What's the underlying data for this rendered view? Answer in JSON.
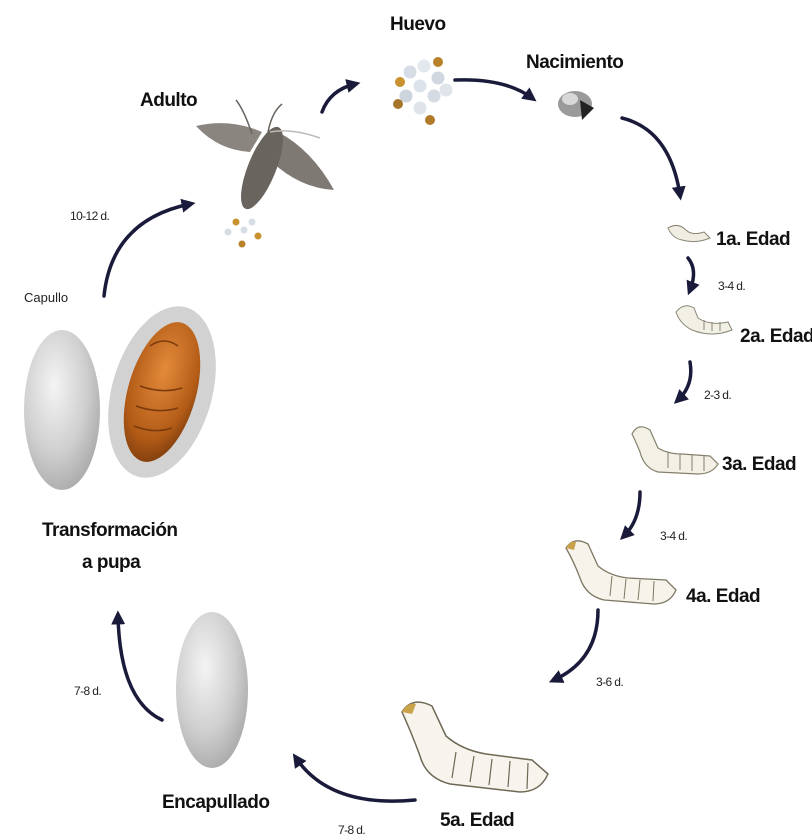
{
  "stages": {
    "huevo": "Huevo",
    "nacimiento": "Nacimiento",
    "edad1": "1a. Edad",
    "edad2": "2a. Edad",
    "edad3": "3a. Edad",
    "edad4": "4a. Edad",
    "edad5": "5a. Edad",
    "encapullado": "Encapullado",
    "transformacion_line1": "Transformación",
    "transformacion_line2": "a pupa",
    "capullo": "Capullo",
    "adulto": "Adulto"
  },
  "durations": {
    "edad1_to_2": "3-4 d.",
    "edad2_to_3": "2-3 d.",
    "edad3_to_4": "3-4 d.",
    "edad4_to_5": "3-6 d.",
    "edad5_to_cocoon": "7-8 d.",
    "cocoon_to_pupa": "7-8 d.",
    "pupa_to_adult": "10-12 d."
  },
  "colors": {
    "arrow": "#1a1a3a",
    "cocoon": "#c9c9c9",
    "pupa": "#b5651d",
    "larva": "#f2f0e6"
  }
}
